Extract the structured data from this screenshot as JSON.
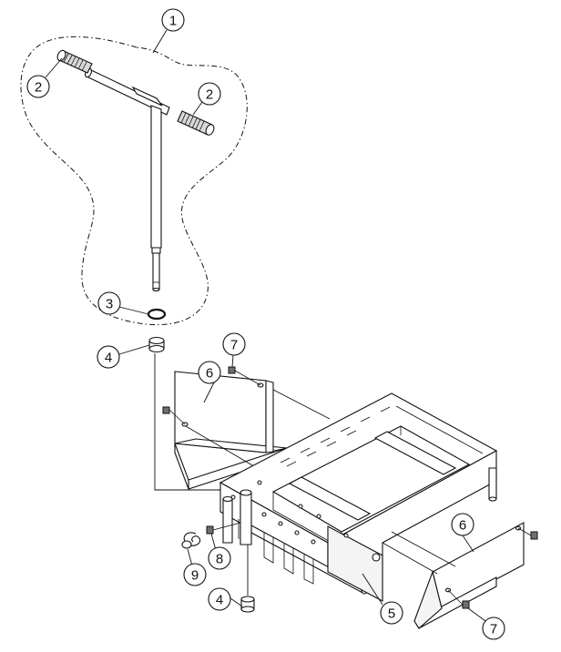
{
  "diagram": {
    "callouts": [
      {
        "id": "c1",
        "label": "1"
      },
      {
        "id": "c2a",
        "label": "2"
      },
      {
        "id": "c2b",
        "label": "2"
      },
      {
        "id": "c3",
        "label": "3"
      },
      {
        "id": "c4a",
        "label": "4"
      },
      {
        "id": "c4b",
        "label": "4"
      },
      {
        "id": "c5",
        "label": "5"
      },
      {
        "id": "c6a",
        "label": "6"
      },
      {
        "id": "c6b",
        "label": "6"
      },
      {
        "id": "c7a",
        "label": "7"
      },
      {
        "id": "c7b",
        "label": "7"
      },
      {
        "id": "c8",
        "label": "8"
      },
      {
        "id": "c9",
        "label": "9"
      }
    ]
  }
}
